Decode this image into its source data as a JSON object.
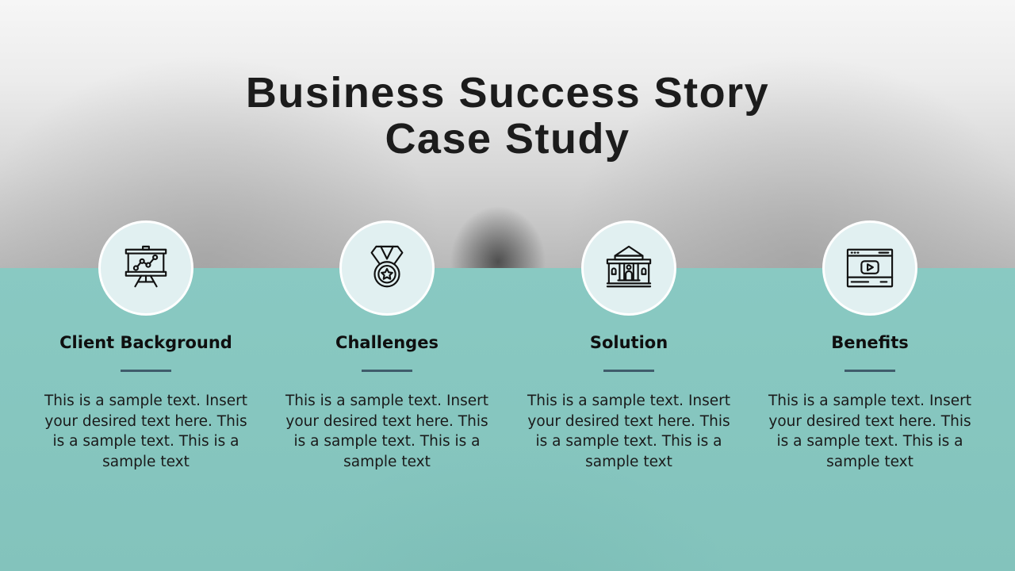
{
  "slide": {
    "title_line1": "Business Success Story",
    "title_line2": "Case Study",
    "colors": {
      "teal_band": "#89c9c2",
      "icon_circle_fill": "#e1f0f1",
      "icon_circle_border": "#ffffff",
      "divider": "#3f5c6b",
      "title_text": "#1c1c1c"
    }
  },
  "cards": [
    {
      "icon": "presentation-chart-icon",
      "title": "Client Background",
      "body": "This is a sample text. Insert your desired text here. This is a sample text. This is a sample text"
    },
    {
      "icon": "medal-icon",
      "title": "Challenges",
      "body": "This is a sample text. Insert your desired text here. This is a sample text. This is a sample text"
    },
    {
      "icon": "bank-building-icon",
      "title": "Solution",
      "body": "This is a sample text. Insert your desired text here. This is a sample text. This is a sample text"
    },
    {
      "icon": "video-player-icon",
      "title": "Benefits",
      "body": "This is a sample text. Insert your desired text here. This is a sample text. This is a sample text"
    }
  ]
}
